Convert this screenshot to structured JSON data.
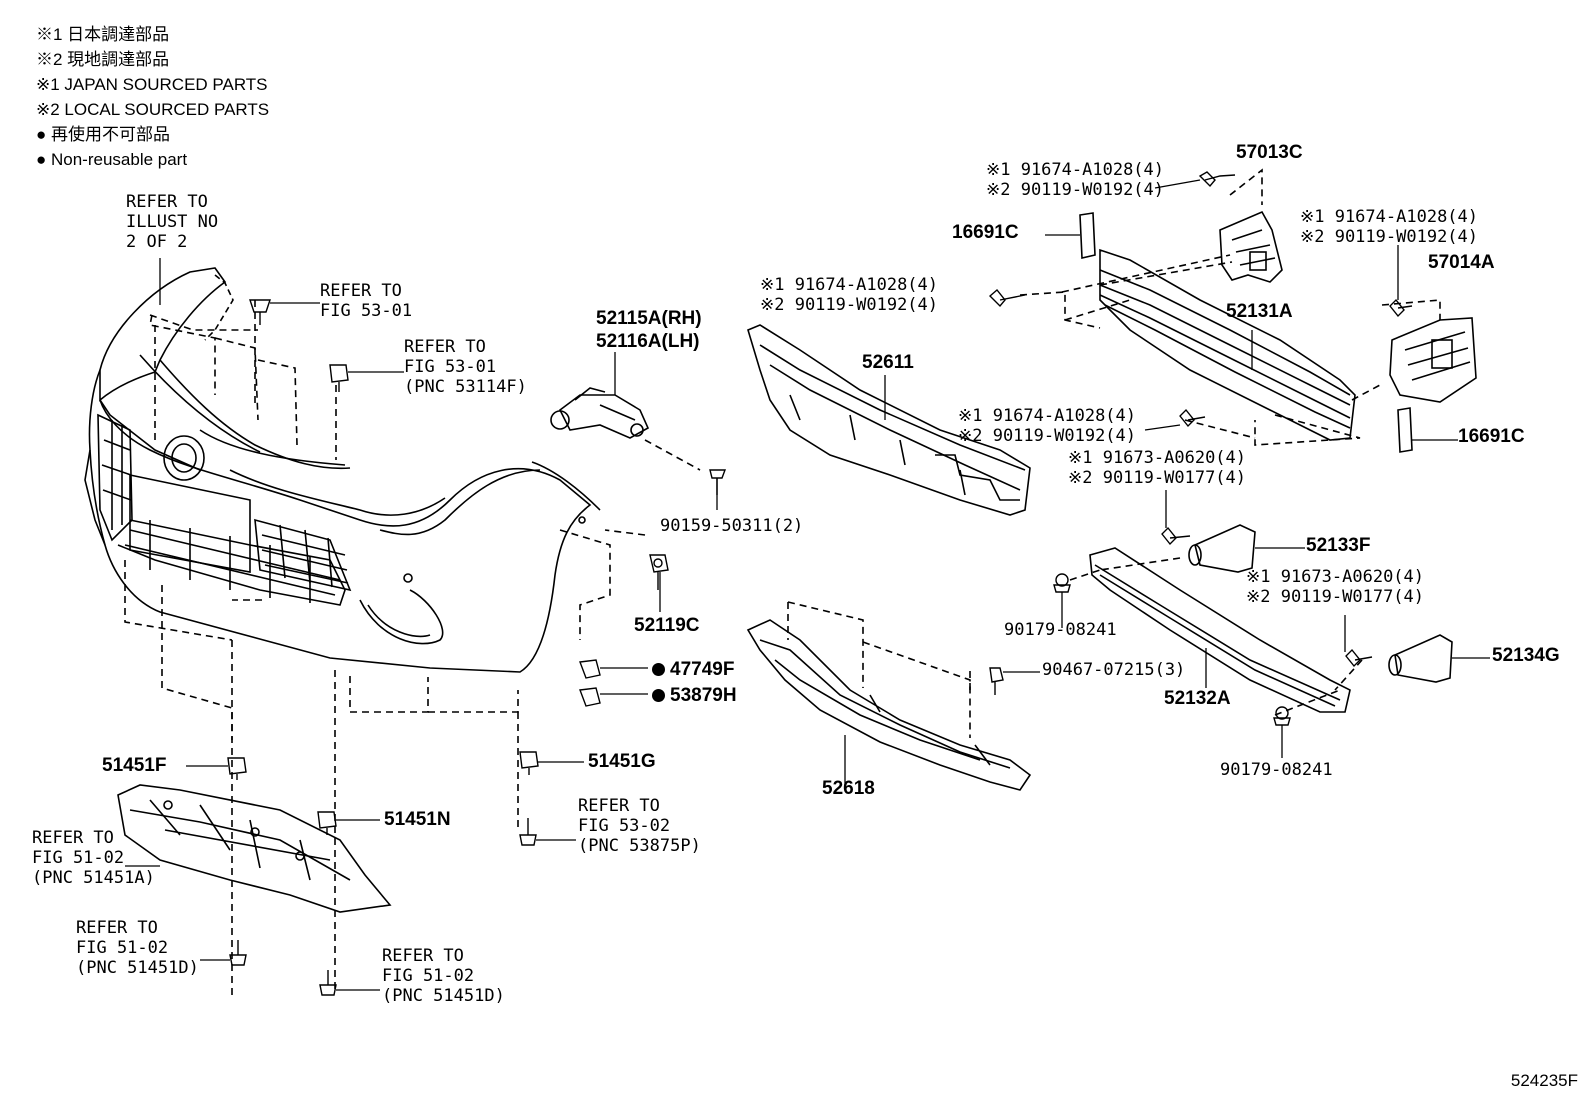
{
  "legend": [
    "※1 日本調達部品",
    "※2 現地調達部品",
    "※1 JAPAN SOURCED PARTS",
    "※2 LOCAL SOURCED PARTS",
    "● 再使用不可部品",
    "● Non-reusable part"
  ],
  "figure_number": "524235F",
  "refs": {
    "illust": [
      "REFER TO",
      "ILLUST NO",
      "2 OF 2"
    ],
    "fig5301a": [
      "REFER TO",
      "FIG 53-01"
    ],
    "fig5301b": [
      "REFER TO",
      "FIG 53-01",
      "(PNC 53114F)"
    ],
    "fig5302": [
      "REFER TO",
      "FIG 53-02",
      "(PNC 53875P)"
    ],
    "fig5102a": [
      "REFER TO",
      "FIG 51-02",
      "(PNC 51451A)"
    ],
    "fig5102b": [
      "REFER TO",
      "FIG 51-02",
      "(PNC 51451D)"
    ],
    "fig5102c": [
      "REFER TO",
      "FIG 51-02",
      "(PNC 51451D)"
    ]
  },
  "parts": {
    "p52115A": "52115A(RH)",
    "p52116A": "52116A(LH)",
    "p52611": "52611",
    "p52618": "52618",
    "p52119C": "52119C",
    "p90159": "90159-50311(2)",
    "p47749F": "47749F",
    "p53879H": "53879H",
    "p51451F": "51451F",
    "p51451G": "51451G",
    "p51451N": "51451N",
    "p57013C": "57013C",
    "p57014A": "57014A",
    "p16691C_top": "16691C",
    "p16691C_bot": "16691C",
    "p52131A": "52131A",
    "p52132A": "52132A",
    "p52133F": "52133F",
    "p52134G": "52134G",
    "p90179_a": "90179-08241",
    "p90179_b": "90179-08241",
    "p90467": "90467-07215(3)"
  },
  "stacks": {
    "bolt_top": [
      "※1 91674-A1028(4)",
      "※2 90119-W0192(4)"
    ],
    "bolt_left": [
      "※1 91674-A1028(4)",
      "※2 90119-W0192(4)"
    ],
    "bolt_right": [
      "※1 91674-A1028(4)",
      "※2 90119-W0192(4)"
    ],
    "bolt_mid": [
      "※1 91674-A1028(4)",
      "※2 90119-W0192(4)"
    ],
    "bolt_low": [
      "※1 91673-A0620(4)",
      "※2 90119-W0177(4)"
    ],
    "bolt_low2": [
      "※1 91673-A0620(4)",
      "※2 90119-W0177(4)"
    ]
  }
}
